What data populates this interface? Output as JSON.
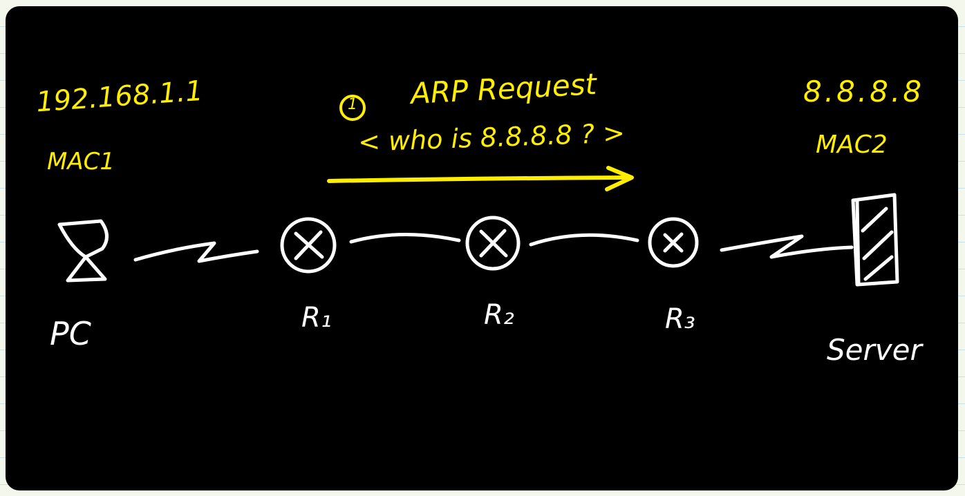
{
  "pc": {
    "ip": "192.168.1.1",
    "mac": "MAC1",
    "label": "PC"
  },
  "server": {
    "ip": "8.8.8.8",
    "mac": "MAC2",
    "label": "Server"
  },
  "routers": [
    {
      "label": "R₁"
    },
    {
      "label": "R₂"
    },
    {
      "label": "R₃"
    }
  ],
  "step": {
    "number": "1",
    "title": "ARP Request",
    "message": "< who is 8.8.8.8 ? >"
  },
  "colors": {
    "board": "#000000",
    "annotation": "#ffee00",
    "diagram": "#ffffff"
  }
}
